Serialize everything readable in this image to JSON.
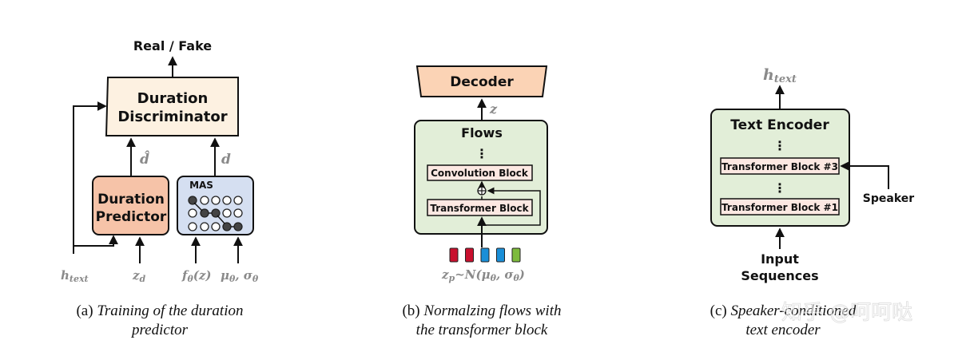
{
  "panel_a": {
    "output_label": "Real / Fake",
    "discriminator_line1": "Duration",
    "discriminator_line2": "Discriminator",
    "predictor_line1": "Duration",
    "predictor_line2": "Predictor",
    "mas_label": "MAS",
    "d_hat": "d̂",
    "d": "d",
    "input_h_text": "h",
    "input_h_text_sub": "text",
    "input_z_d": "z",
    "input_z_d_sub": "d",
    "input_f": "f",
    "input_f_sub": "θ",
    "input_f_arg": "(z)",
    "input_mu_sigma": "μ",
    "input_mu_sub": "θ",
    "input_sigma": ", σ",
    "input_sigma_sub": "θ",
    "caption_prefix": "(a) ",
    "caption_line1": "Training of the duration",
    "caption_line2": "predictor"
  },
  "panel_b": {
    "decoder_label": "Decoder",
    "z_label": "z",
    "flows_label": "Flows",
    "dots": "⋮",
    "conv_block_label": "Convolution Block",
    "transformer_block_label": "Transformer Block",
    "prior_z": "z",
    "prior_z_sub": "p",
    "prior_dist": "~N(μ",
    "prior_mu_sub": "θ",
    "prior_sigma": ", σ",
    "prior_sigma_sub": "θ",
    "prior_close": ")",
    "caption_prefix": "(b) ",
    "caption_line1": "Normalzing flows with",
    "caption_line2": "the transformer block",
    "token_colors": [
      "#c8102e",
      "#c8102e",
      "#1a8fd8",
      "#1a8fd8",
      "#7dbb3c"
    ]
  },
  "panel_c": {
    "output_h": "h",
    "output_h_sub": "text",
    "encoder_label": "Text Encoder",
    "dots": "⋮",
    "block3_label": "Transformer Block #3",
    "block1_label": "Transformer Block #1",
    "speaker_label": "Speaker",
    "input_line1": "Input",
    "input_line2": "Sequences",
    "caption_prefix": "(c) ",
    "caption_line1": "Speaker-conditioned",
    "caption_line2": "text encoder"
  },
  "watermark": "知乎 @呵呵哒",
  "colors": {
    "discriminator_fill": "#fdf1e1",
    "predictor_fill": "#f6c3a8",
    "mas_fill": "#d5dff1",
    "decoder_fill": "#fbd3b5",
    "flows_fill": "#e2eed8",
    "encoder_fill": "#e2eed8",
    "block_fill": "#fce8e2",
    "gray_text": "#8a8a8a"
  }
}
